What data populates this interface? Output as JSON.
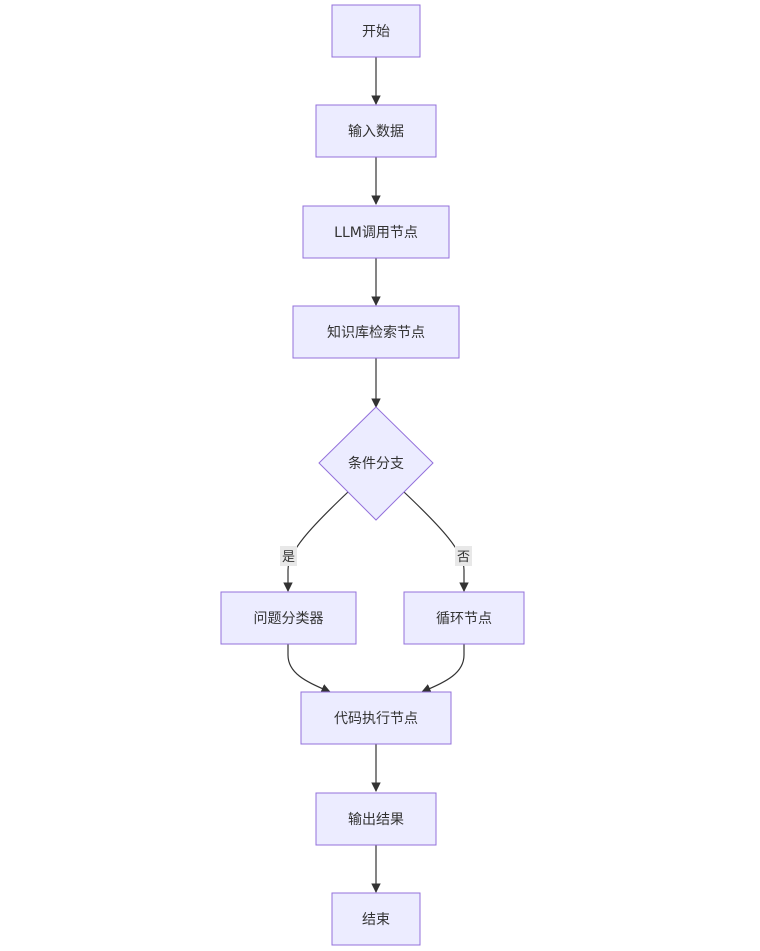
{
  "flowchart": {
    "nodes": {
      "start": "开始",
      "input": "输入数据",
      "llm": "LLM调用节点",
      "kb": "知识库检索节点",
      "cond": "条件分支",
      "classifier": "问题分类器",
      "loop": "循环节点",
      "code": "代码执行节点",
      "output": "输出结果",
      "end": "结束"
    },
    "edge_labels": {
      "yes": "是",
      "no": "否"
    }
  },
  "colors": {
    "node_fill": "#ececff",
    "node_stroke": "#9370db",
    "edge": "#333333",
    "text": "#333333"
  }
}
